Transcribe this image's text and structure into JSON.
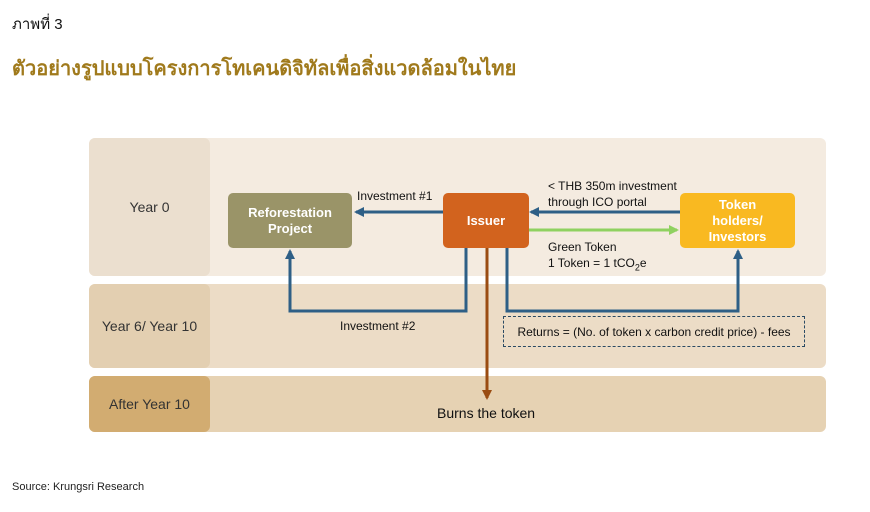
{
  "figure_label": "ภาพที่ 3",
  "title": "ตัวอย่างรูปแบบโครงการโทเคนดิจิทัลเพื่อสิ่งแวดล้อมในไทย",
  "rows": [
    {
      "label": "Year 0"
    },
    {
      "label": "Year 6/ Year 10"
    },
    {
      "label": "After Year 10"
    }
  ],
  "nodes": {
    "reforestation": {
      "label": "Reforestation\nProject",
      "color": "#9a9468"
    },
    "issuer": {
      "label": "Issuer",
      "color": "#d2631e"
    },
    "investors": {
      "label": "Token\nholders/\nInvestors",
      "color": "#f9b921"
    }
  },
  "flows": {
    "investment1": "Investment #1",
    "ico_line1": "< THB 350m investment",
    "ico_line2": "through ICO portal",
    "green_token": "Green Token",
    "token_ratio_prefix": "1 Token = 1 tCO",
    "token_ratio_sub": "2",
    "token_ratio_suffix": "e",
    "investment2": "Investment #2",
    "returns": "Returns = (No. of token x carbon credit price) - fees",
    "burns": "Burns the token"
  },
  "colors": {
    "blue_arrow": "#2e5f86",
    "green_arrow": "#8fd160",
    "brown_arrow": "#9a4c12",
    "band_light": "#f4ebe0",
    "band_mid": "#ecdcc6",
    "band_dark": "#e6d2b3",
    "label_light": "#ebdfcf",
    "label_mid": "#e3cfb1",
    "label_dark": "#d2ac71"
  },
  "source": "Source: Krungsri Research"
}
